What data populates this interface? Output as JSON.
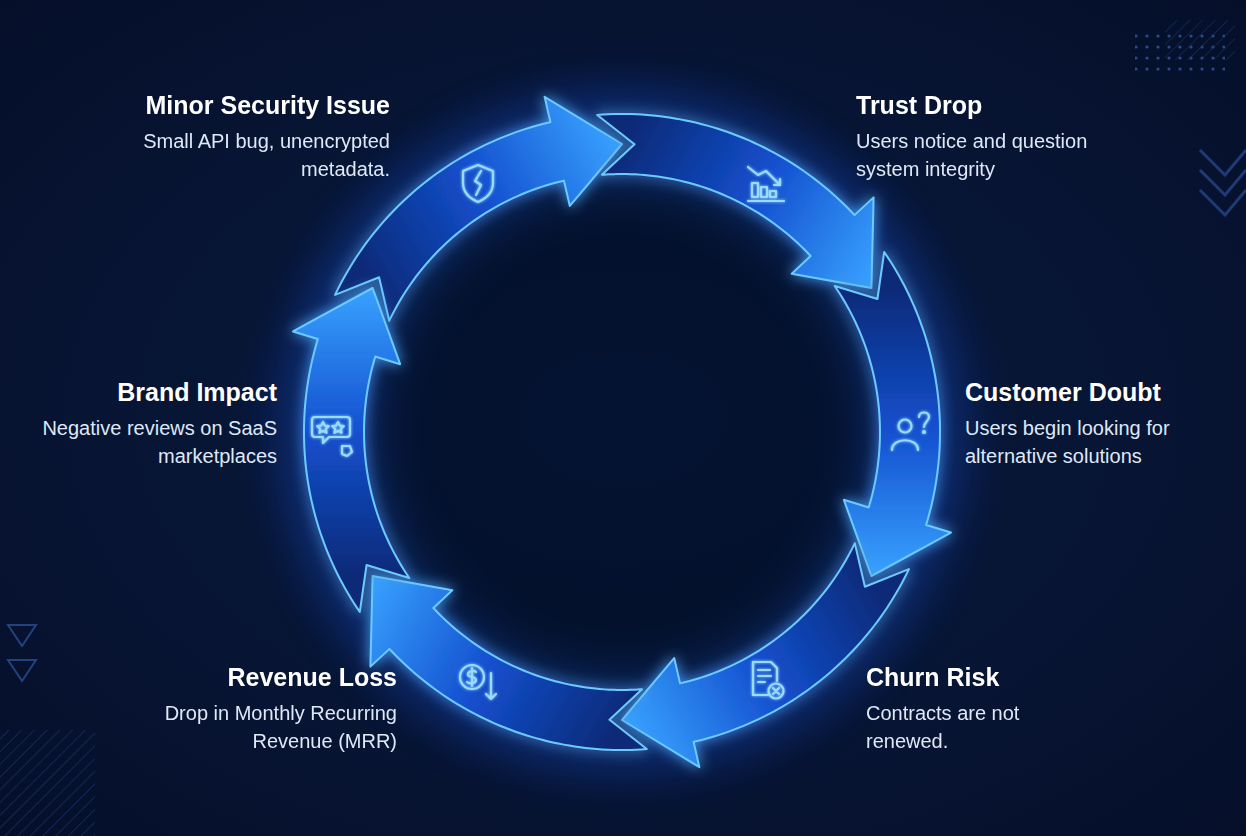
{
  "diagram": {
    "nodes": [
      {
        "text": [
          "Minor Security Issue",
          "Small API bug, unencrypted metadata."
        ]
      },
      {
        "text": [
          "Trust Drop",
          "Users notice and question system integrity"
        ]
      },
      {
        "text": [
          "Customer Doubt",
          "Users begin looking for alternative solutions"
        ]
      },
      {
        "text": [
          "Churn Risk",
          "Contracts are not renewed."
        ]
      },
      {
        "text": [
          "Revenue Loss",
          "Drop in Monthly Recurring Revenue (MRR)"
        ]
      },
      {
        "text": [
          "Brand Impact",
          "Negative reviews on SaaS marketplaces"
        ]
      }
    ],
    "edges": [
      {
        "from": 0,
        "to": 1,
        "arrow": "to"
      },
      {
        "from": 1,
        "to": 2,
        "arrow": "to"
      },
      {
        "from": 2,
        "to": 3,
        "arrow": "to"
      },
      {
        "from": 3,
        "to": 4,
        "arrow": "to"
      },
      {
        "from": 4,
        "to": 5,
        "arrow": "to"
      },
      {
        "from": 5,
        "to": 0,
        "arrow": "to"
      }
    ]
  }
}
